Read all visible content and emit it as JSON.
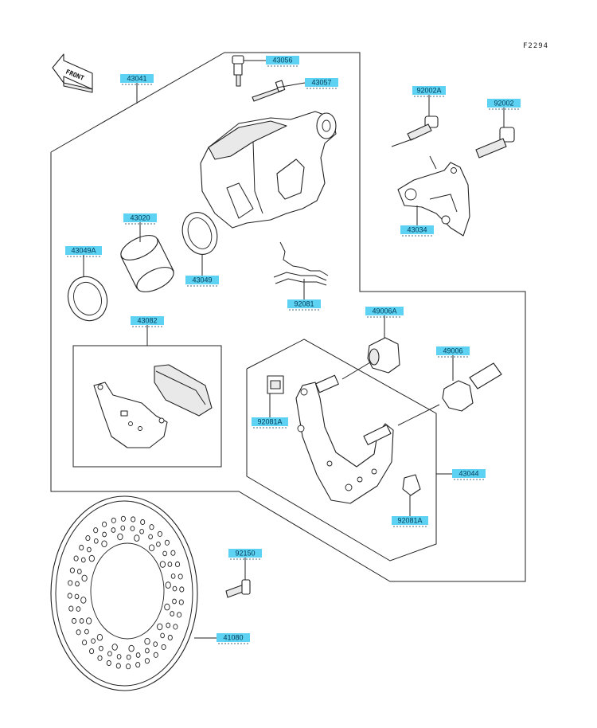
{
  "diagram": {
    "code": "F2294",
    "front_label": "FRONT",
    "callouts": [
      {
        "id": "43041",
        "text": "43041"
      },
      {
        "id": "43056",
        "text": "43056"
      },
      {
        "id": "43057",
        "text": "43057"
      },
      {
        "id": "92002A",
        "text": "92002A"
      },
      {
        "id": "92002",
        "text": "92002"
      },
      {
        "id": "43034",
        "text": "43034"
      },
      {
        "id": "43020",
        "text": "43020"
      },
      {
        "id": "43049A",
        "text": "43049A"
      },
      {
        "id": "43049",
        "text": "43049"
      },
      {
        "id": "92081",
        "text": "92081"
      },
      {
        "id": "43082",
        "text": "43082"
      },
      {
        "id": "49006A",
        "text": "49006A"
      },
      {
        "id": "49006",
        "text": "49006"
      },
      {
        "id": "92081A-1",
        "text": "92081A"
      },
      {
        "id": "43044",
        "text": "43044"
      },
      {
        "id": "92081A-2",
        "text": "92081A"
      },
      {
        "id": "92150",
        "text": "92150"
      },
      {
        "id": "41080",
        "text": "41080"
      }
    ]
  }
}
